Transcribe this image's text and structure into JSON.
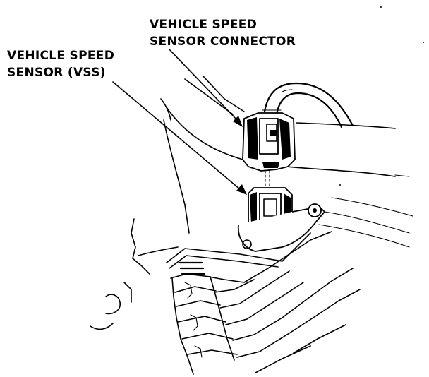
{
  "labels": {
    "connector_line1": "VEHICLE SPEED",
    "connector_line2": "SENSOR CONNECTOR",
    "sensor_line1": "VEHICLE SPEED",
    "sensor_line2": "SENSOR (VSS)"
  }
}
